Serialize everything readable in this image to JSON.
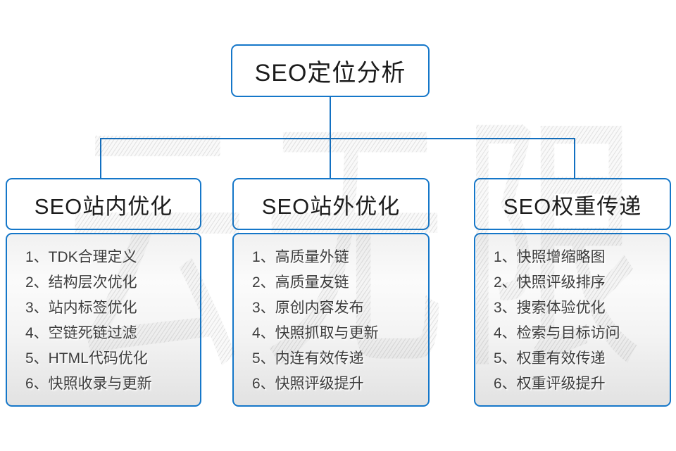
{
  "diagram": {
    "root": {
      "title": "SEO定位分析"
    },
    "columns": [
      {
        "title": "SEO站内优化",
        "items": [
          "1、TDK合理定义",
          "2、结构层次优化",
          "3、站内标签优化",
          "4、空链死链过滤",
          "5、HTML代码优化",
          "6、快照收录与更新"
        ]
      },
      {
        "title": "SEO站外优化",
        "items": [
          "1、高质量外链",
          "2、高质量友链",
          "3、原创内容发布",
          "4、快照抓取与更新",
          "5、内连有效传递",
          "6、快照评级提升"
        ]
      },
      {
        "title": "SEO权重传递",
        "items": [
          "1、快照增缩略图",
          "2、快照评级排序",
          "3、搜索体验优化",
          "4、检索与目标访问",
          "5、权重有效传递",
          "6、权重评级提升"
        ]
      }
    ]
  },
  "watermark": {
    "text": "云无限"
  },
  "colors": {
    "box_border_blue": "#1577c9",
    "connector_blue": "#1270c2",
    "item_text": "#3d3d3d",
    "panel_gradient_bottom": "#e2e2e2",
    "background": "#ffffff"
  }
}
